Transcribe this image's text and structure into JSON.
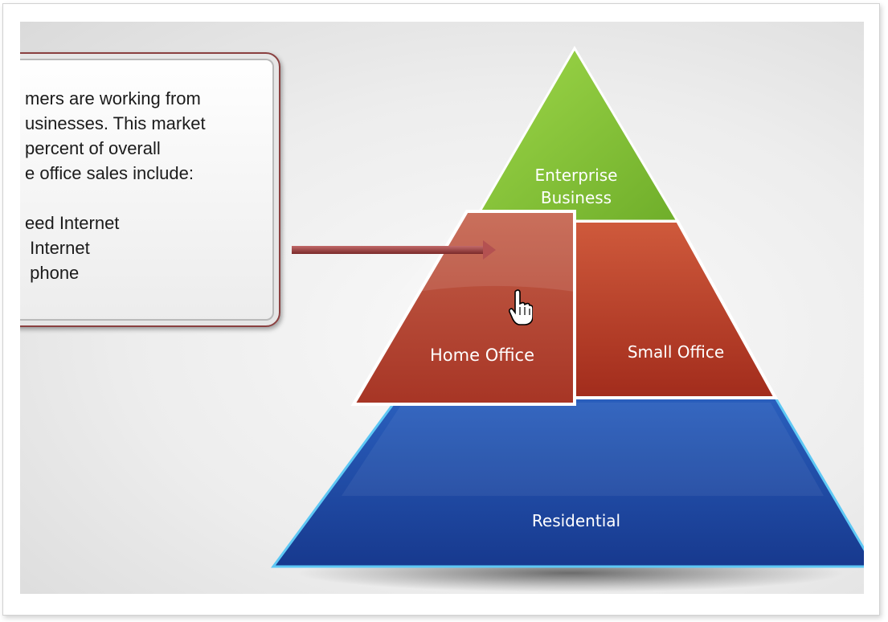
{
  "callout": {
    "lines": [
      "mers are working from",
      "usinesses. This market",
      "percent of overall",
      "e office sales include:",
      "",
      "eed Internet",
      " Internet",
      " phone"
    ]
  },
  "pyramid": {
    "enterprise_line1": "Enterprise",
    "enterprise_line2": "Business",
    "home_office": "Home Office",
    "small_office": "Small Office",
    "residential": "Residential"
  },
  "colors": {
    "enterprise": "#8dc83a",
    "small_business_band": "#c0432a",
    "home_office_highlight": "#b63c2a",
    "residential": "#1d4ea8",
    "callout_border": "#8a4040",
    "arrow": "#9c3b3b"
  },
  "icons": {
    "cursor": "hand-pointer-icon",
    "arrow": "callout-arrow"
  }
}
